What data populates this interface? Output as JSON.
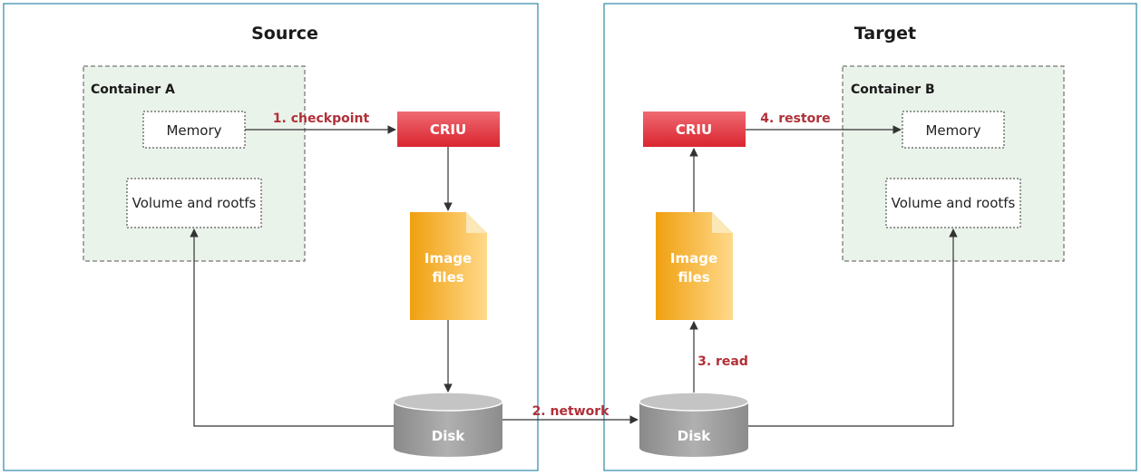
{
  "source": {
    "title": "Source",
    "container_title": "Container A",
    "memory_label": "Memory",
    "volume_label": "Volume and rootfs",
    "criu_label": "CRIU",
    "image_label_line1": "Image",
    "image_label_line2": "files",
    "disk_label": "Disk"
  },
  "target": {
    "title": "Target",
    "container_title": "Container B",
    "memory_label": "Memory",
    "volume_label": "Volume and rootfs",
    "criu_label": "CRIU",
    "image_label_line1": "Image",
    "image_label_line2": "files",
    "disk_label": "Disk"
  },
  "steps": {
    "checkpoint": "1. checkpoint",
    "network": "2. network",
    "read": "3. read",
    "restore": "4. restore"
  },
  "colors": {
    "panel_border": "#2e88a8",
    "container_fill": "#eaf3ea",
    "step_label": "#b03038",
    "criu_top": "#ef5e66",
    "criu_bottom": "#d9252f",
    "image_left": "#f2a514",
    "image_right": "#ffd87a",
    "disk_fill": "#9a9a9a"
  }
}
